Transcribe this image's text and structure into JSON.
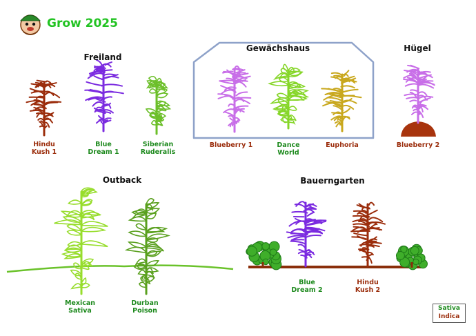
{
  "header": {
    "title": "Grow 2025"
  },
  "sections": {
    "freiland": "Freiland",
    "gewaechshaus": "Gewächshaus",
    "huegel": "Hügel",
    "outback": "Outback",
    "bauerngarten": "Bauerngarten"
  },
  "plants": [
    {
      "id": "hk1",
      "l1": "Hindu",
      "l2": "Kush 1",
      "type": "Indica"
    },
    {
      "id": "bd1",
      "l1": "Blue",
      "l2": "Dream 1",
      "type": "Sativa"
    },
    {
      "id": "sr",
      "l1": "Siberian",
      "l2": "Ruderalis",
      "type": "Sativa"
    },
    {
      "id": "bb1",
      "l1": "Blueberry 1",
      "l2": "",
      "type": "Indica"
    },
    {
      "id": "dw",
      "l1": "Dance",
      "l2": "World",
      "type": "Sativa"
    },
    {
      "id": "eu",
      "l1": "Euphoria",
      "l2": "",
      "type": "Indica"
    },
    {
      "id": "bb2",
      "l1": "Blueberry 2",
      "l2": "",
      "type": "Indica"
    },
    {
      "id": "ms",
      "l1": "Mexican",
      "l2": "Sativa",
      "type": "Sativa"
    },
    {
      "id": "dp",
      "l1": "Durban",
      "l2": "Poison",
      "type": "Sativa"
    },
    {
      "id": "bd2",
      "l1": "Blue",
      "l2": "Dream 2",
      "type": "Sativa"
    },
    {
      "id": "hk2",
      "l1": "Hindu",
      "l2": "Kush 2",
      "type": "Indica"
    }
  ],
  "legend": {
    "sativa": "Sativa",
    "indica": "Indica"
  },
  "colors": {
    "sativa": "#1e8a1e",
    "indica": "#9b2d0c",
    "title": "#22c322"
  }
}
